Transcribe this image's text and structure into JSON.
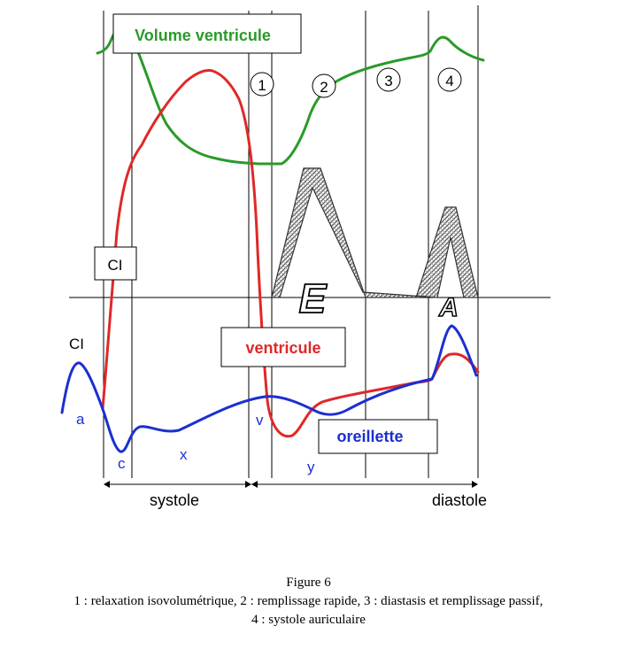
{
  "labels": {
    "volume": "Volume ventricule",
    "ventricule": "ventricule",
    "oreillette": "oreillette",
    "ci_box": "CI",
    "ci_left": "CI",
    "a": "a",
    "c": "c",
    "x": "x",
    "v": "v",
    "y": "y",
    "systole": "systole",
    "diastole": "diastole",
    "wave_e": "E",
    "wave_a": "A"
  },
  "phases": [
    "1",
    "2",
    "3",
    "4"
  ],
  "caption": {
    "title": "Figure 6",
    "line1": "1 : relaxation isovolumétrique, 2 : remplissage rapide, 3 : diastasis et remplissage passif,",
    "line2": "4 : systole auriculaire"
  },
  "colors": {
    "volume": "#2a9a2a",
    "ventricle": "#e02828",
    "atrium": "#1c2fd0",
    "line": "#000000"
  }
}
